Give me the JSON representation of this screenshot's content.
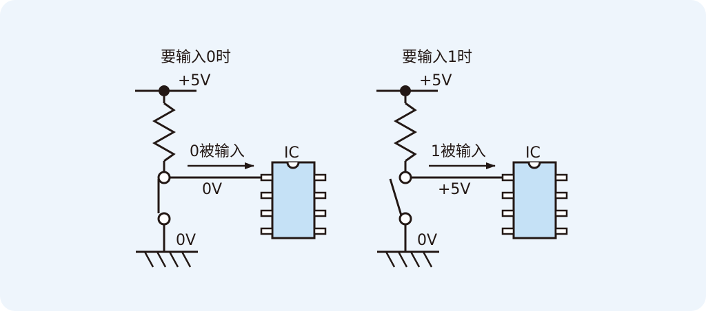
{
  "colors": {
    "background": "#eef5fc",
    "line": "#231815",
    "ic_fill": "#c5e1f6"
  },
  "circuits": [
    {
      "title": "要输入0时",
      "supply_label": "+5V",
      "arrow_label": "0被输入",
      "chip_label": "IC",
      "wire_voltage": "0V",
      "ground_label": "0V",
      "switch": "closed"
    },
    {
      "title": "要输入1时",
      "supply_label": "+5V",
      "arrow_label": "1被输入",
      "chip_label": "IC",
      "wire_voltage": "+5V",
      "ground_label": "0V",
      "switch": "open"
    }
  ]
}
